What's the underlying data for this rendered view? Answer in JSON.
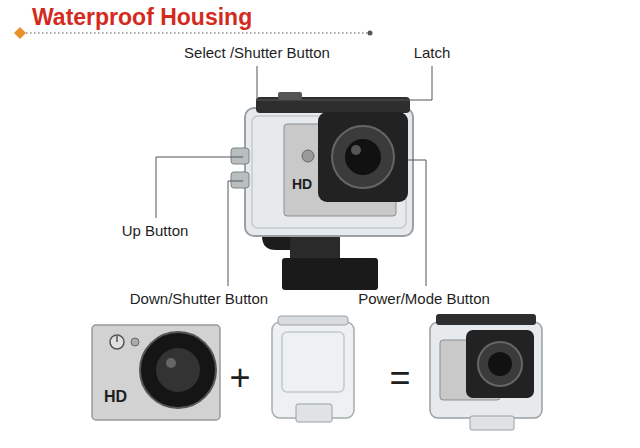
{
  "diagram": {
    "title": "Waterproof Housing",
    "labels": [
      "Select /Shutter Button",
      "Latch",
      "HD",
      "Up Button",
      "Down/Shutter Button",
      "Power/Mode Button",
      "HD",
      "+",
      "="
    ]
  }
}
